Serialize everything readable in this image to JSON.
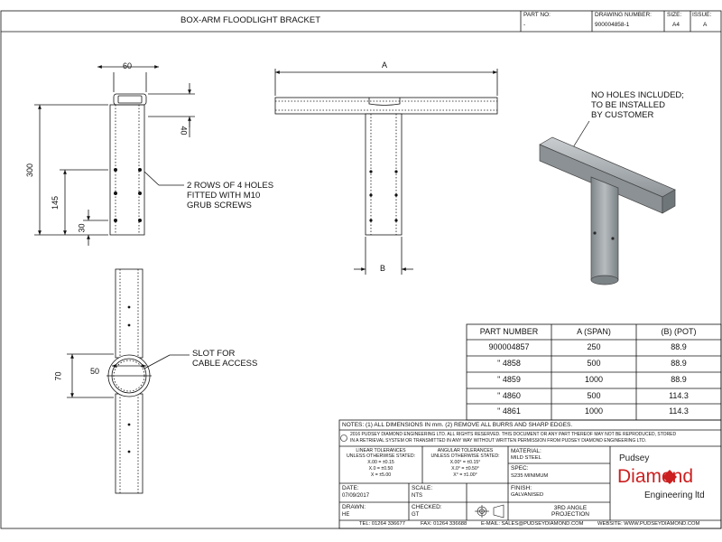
{
  "title_block": {
    "title": "BOX-ARM FLOODLIGHT BRACKET",
    "part_no_label": "PART NO:",
    "part_no_value": "-",
    "drawing_number_label": "DRAWING NUMBER:",
    "drawing_number_value": "900004858-1",
    "size_label": "SIZE:",
    "size_value": "A4",
    "issue_label": "ISSUE:",
    "issue_value": "A"
  },
  "side_view": {
    "dim_60": "60",
    "dim_40": "40",
    "dim_300": "300",
    "dim_145": "145",
    "dim_30": "30",
    "note_line1": "2 ROWS OF 4 HOLES",
    "note_line2": "FITTED WITH M10",
    "note_line3": "GRUB SCREWS"
  },
  "front_view": {
    "dim_a": "A",
    "dim_b": "B"
  },
  "top_view": {
    "dim_50": "50",
    "dim_70": "70",
    "note_line1": "SLOT FOR",
    "note_line2": "CABLE ACCESS"
  },
  "iso_view": {
    "note_line1": "NO HOLES INCLUDED;",
    "note_line2": "TO BE INSTALLED",
    "note_line3": "BY CUSTOMER"
  },
  "parts_table": {
    "headers": [
      "PART NUMBER",
      "A (SPAN)",
      "(B) (POT)"
    ],
    "rows": [
      [
        "900004857",
        "250",
        "88.9"
      ],
      [
        "\"   4858",
        "500",
        "88.9"
      ],
      [
        "\"   4859",
        "1000",
        "88.9"
      ],
      [
        "\"   4860",
        "500",
        "114.3"
      ],
      [
        "\"   4861",
        "1000",
        "114.3"
      ]
    ]
  },
  "notes": "NOTES: (1) ALL DIMENSIONS IN mm. (2) REMOVE ALL BURRS AND SHARP EDGES.",
  "copyright_line1": "2016 PUDSEY DIAMOND ENGINEERING LTD. ALL RIGHTS RESERVED. THIS DOCUMENT OR ANY PART THEREOF MAY NOT BE REPRODUCED, STORED",
  "copyright_line2": "IN A RETRIEVAL SYSTEM OR TRANSMITTED IN ANY WAY WITHOUT WRITTEN PERMISSION FROM PUDSEY DIAMOND ENGINEERING LTD.",
  "copyright_symbol": "©",
  "tolerances": {
    "linear_l1": "LINEAR TOLERANCES",
    "linear_l2": "UNLESS OTHERWISE STATED:",
    "linear_v1": "X.00 = ±0.15",
    "linear_v2": "X.0 = ±0.50",
    "linear_v3": "X = ±5.00",
    "angular_l1": "ANGULAR TOLERANCES",
    "angular_l2": "UNLESS OTHERWISE STATED:",
    "angular_v1": "X.00° = ±0.15°",
    "angular_v2": "X.0° = ±0.50°",
    "angular_v3": "X° = ±1.00°"
  },
  "material_label": "MATERIAL:",
  "material_value": "MILD STEEL",
  "spec_label": "SPEC:",
  "spec_value": "S235 MINIMUM",
  "finish_label": "FINISH:",
  "finish_value": "GALVANISED",
  "date_label": "DATE:",
  "date_value": "07/09/2017",
  "scale_label": "SCALE:",
  "scale_value": "NTS",
  "drawn_label": "DRAWN:",
  "drawn_value": "HE",
  "checked_label": "CHECKED:",
  "checked_value": "GT",
  "projection_l1": "3RD ANGLE",
  "projection_l2": "PROJECTION",
  "brand": {
    "line1": "Pudsey",
    "line2": "Diamond",
    "line3": "Engineering ltd"
  },
  "footer": {
    "tel": "TEL: 01264 336677",
    "fax": "FAX: 01264 336688",
    "email": "E-MAIL: SALES@PUDSEYDIAMOND.COM",
    "website": "WEBSITE: WWW.PUDSEYDIAMOND.COM"
  },
  "colors": {
    "line": "#111111",
    "brand_red": "#cc1f1f",
    "steel": "#9aa0a4"
  }
}
